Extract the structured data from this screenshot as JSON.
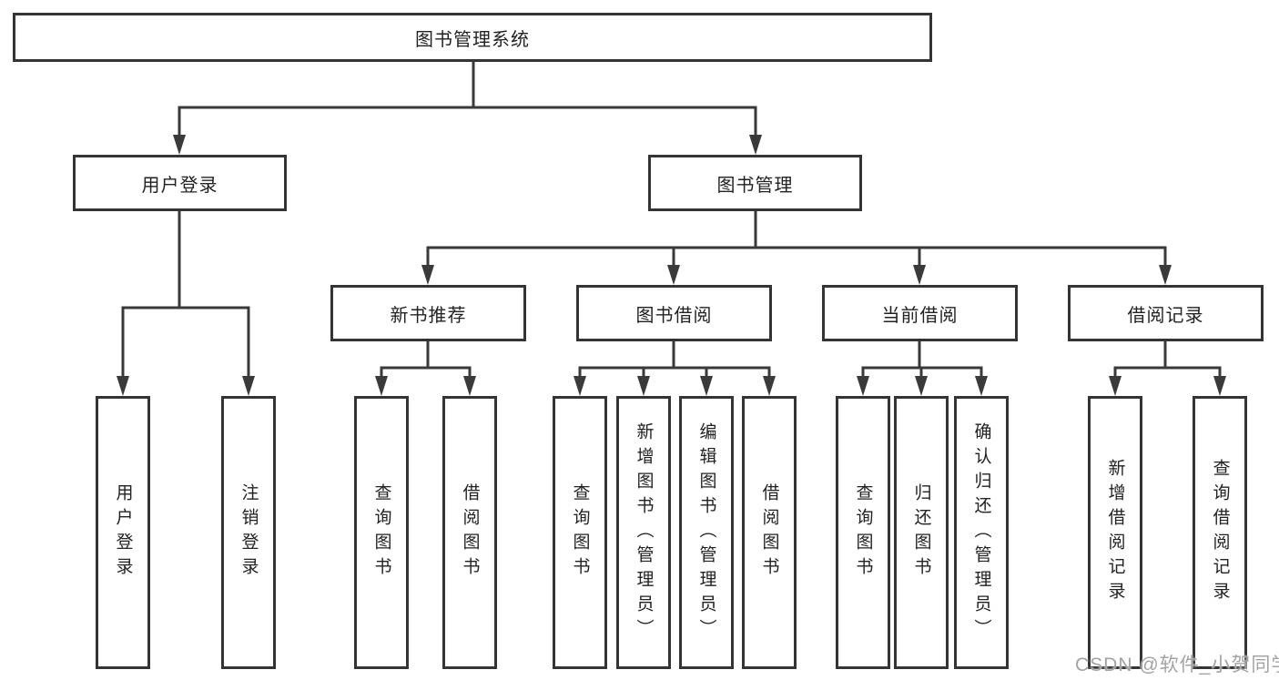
{
  "tree": {
    "root": {
      "label": "图书管理系统"
    },
    "branches": [
      {
        "label": "用户登录",
        "children": [
          {
            "label": "用户登录"
          },
          {
            "label": "注销登录"
          }
        ]
      },
      {
        "label": "图书管理",
        "children": [
          {
            "label": "新书推荐",
            "children": [
              {
                "label": "查询图书"
              },
              {
                "label": "借阅图书"
              }
            ]
          },
          {
            "label": "图书借阅",
            "children": [
              {
                "label": "查询图书"
              },
              {
                "label": "新增图书（管理员）"
              },
              {
                "label": "编辑图书（管理员）"
              },
              {
                "label": "借阅图书"
              }
            ]
          },
          {
            "label": "当前借阅",
            "children": [
              {
                "label": "查询图书"
              },
              {
                "label": "归还图书"
              },
              {
                "label": "确认归还（管理员）"
              }
            ]
          },
          {
            "label": "借阅记录",
            "children": [
              {
                "label": "新增借阅记录"
              },
              {
                "label": "查询借阅记录"
              }
            ]
          }
        ]
      }
    ]
  },
  "watermark": {
    "text": "CSDN @软件_小贺同学"
  },
  "colors": {
    "line": "#3a3a3a",
    "box_border": "#343434",
    "text": "#222222",
    "background": "#ffffff",
    "watermark": "#a3a3a3"
  }
}
